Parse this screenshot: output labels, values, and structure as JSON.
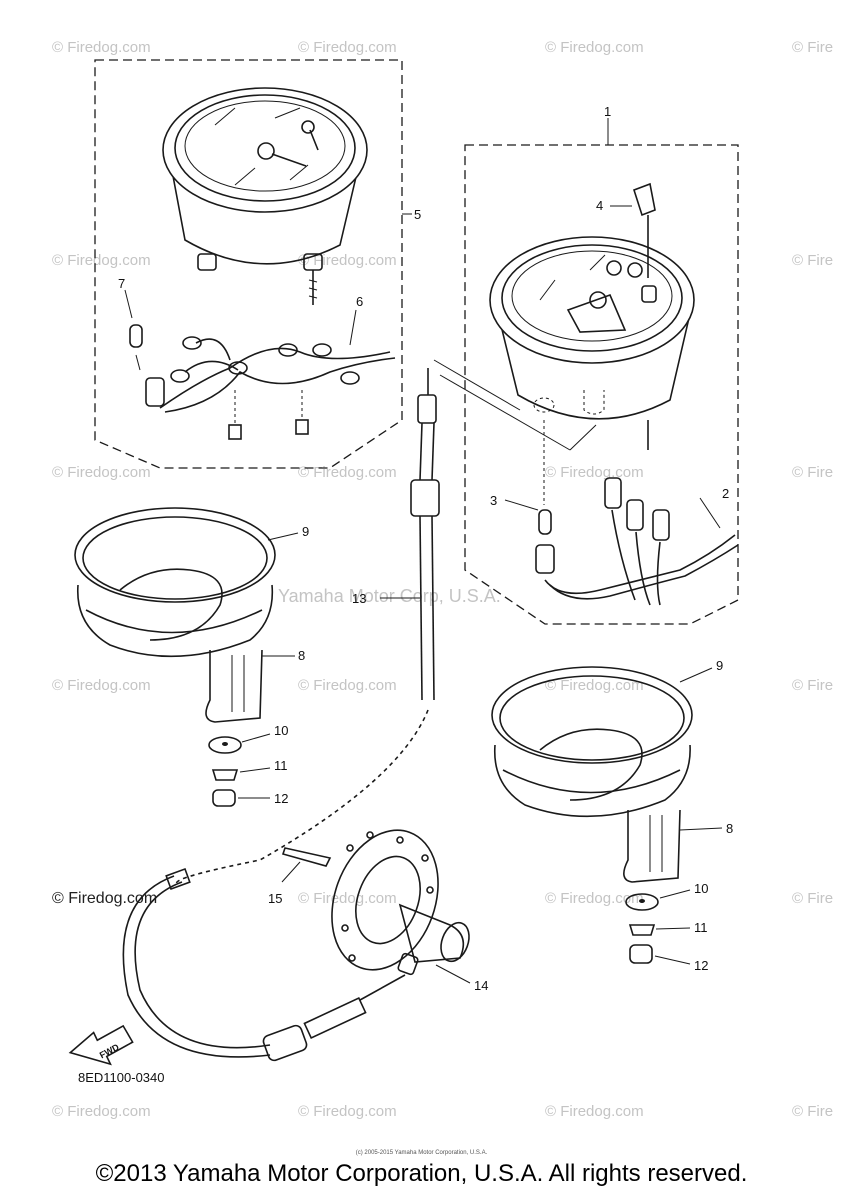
{
  "watermarks": {
    "firedog": "© Firedog.com",
    "firedog_cut": "© Fire",
    "yamaha": "Yamaha Motor Corp, U.S.A.",
    "firedog_large": "© Firedog.com"
  },
  "callouts": {
    "c1": "1",
    "c2": "2",
    "c3": "3",
    "c4": "4",
    "c5": "5",
    "c6": "6",
    "c7": "7",
    "c8a": "8",
    "c8b": "8",
    "c9a": "9",
    "c9b": "9",
    "c10a": "10",
    "c10b": "10",
    "c11a": "11",
    "c11b": "11",
    "c12a": "12",
    "c12b": "12",
    "c13": "13",
    "c14": "14",
    "c15": "15"
  },
  "fwd_label": "FWD",
  "diagram_code": "8ED1100-0340",
  "footer": {
    "tiny": "(c) 2005-2015 Yamaha Motor Corporation, U.S.A.",
    "copyright": "©2013 Yamaha Motor Corporation, U.S.A. All rights reserved."
  }
}
